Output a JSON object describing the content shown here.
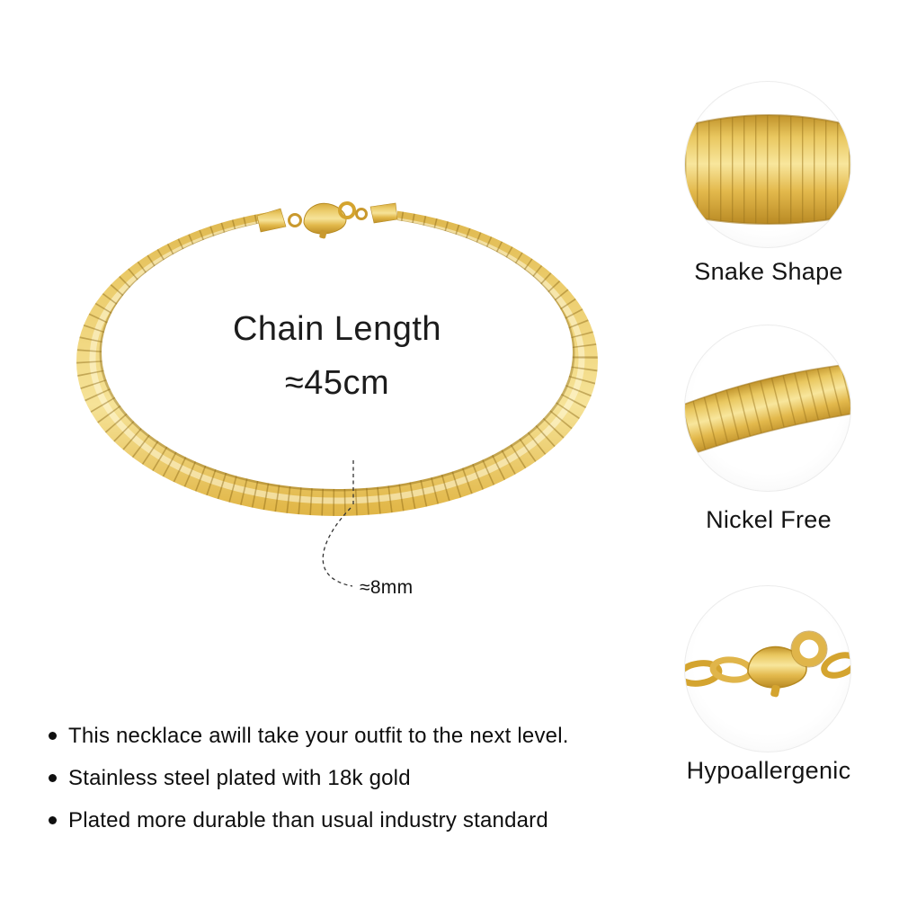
{
  "necklace": {
    "length_label": "Chain Length",
    "length_value": "≈45cm",
    "width_value": "≈8mm"
  },
  "callouts": [
    {
      "label": "Snake Shape"
    },
    {
      "label": "Nickel Free"
    },
    {
      "label": "Hypoallergenic"
    }
  ],
  "features": [
    "This necklace awill take your outfit to the next level.",
    "Stainless steel plated with 18k gold",
    "Plated more durable than usual industry standard"
  ],
  "colors": {
    "gold": "#E3B94C",
    "gold_light": "#F6E398",
    "gold_dark": "#BD8F26",
    "text": "#1C1C1C"
  }
}
